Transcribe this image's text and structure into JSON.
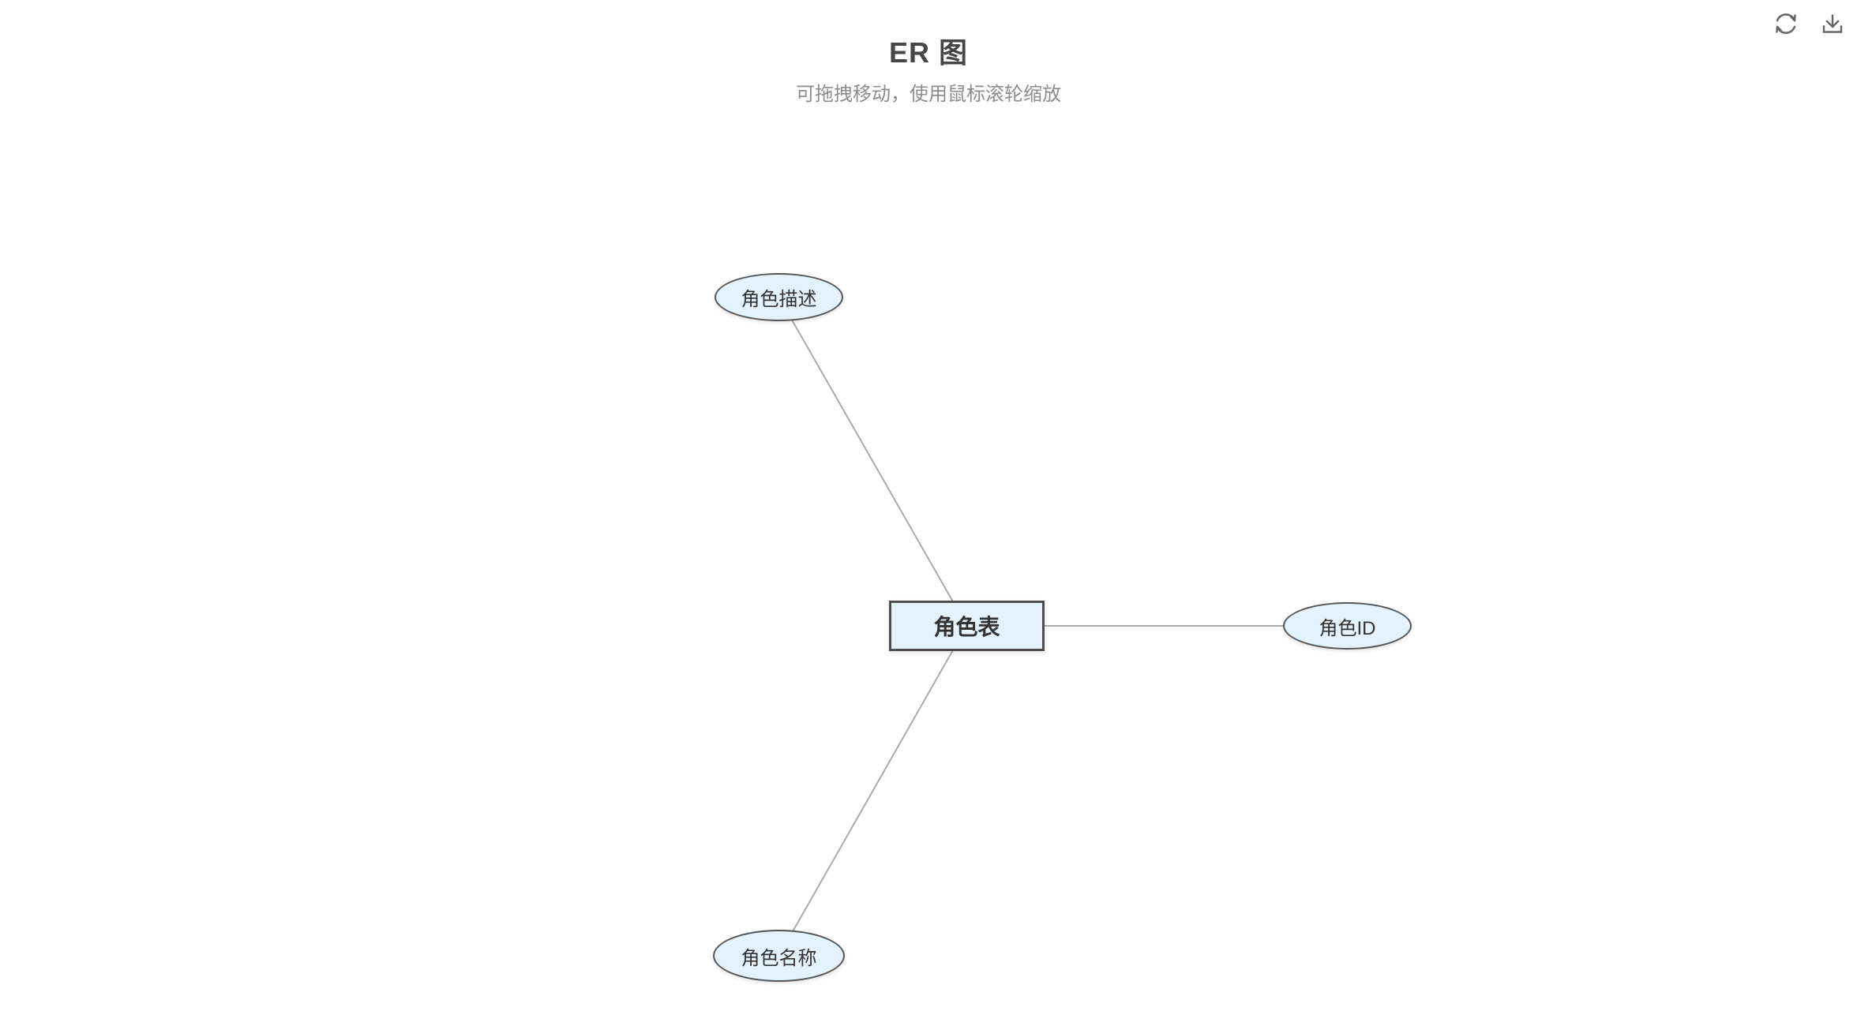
{
  "header": {
    "title": "ER 图",
    "subtitle": "可拖拽移动，使用鼠标滚轮缩放"
  },
  "toolbox": {
    "buttons": [
      {
        "icon": "refresh-icon",
        "name": "restore"
      },
      {
        "icon": "download-icon",
        "name": "save-as-image"
      }
    ]
  },
  "diagram": {
    "entity": {
      "label": "角色表",
      "shape": "rectangle"
    },
    "attributes": [
      {
        "label": "角色描述",
        "shape": "ellipse",
        "position": "upper-left"
      },
      {
        "label": "角色ID",
        "shape": "ellipse",
        "position": "right"
      },
      {
        "label": "角色名称",
        "shape": "ellipse",
        "position": "lower-left"
      }
    ],
    "edges": [
      {
        "from": "角色表",
        "to": "角色描述"
      },
      {
        "from": "角色表",
        "to": "角色ID"
      },
      {
        "from": "角色表",
        "to": "角色名称"
      }
    ],
    "colors": {
      "node_fill": "#e3f2fd",
      "node_border": "#555555",
      "entity_border": "#4d4d4d",
      "node_text": "#333333",
      "edge": "#aaaaaa",
      "title": "#464646",
      "subtitle": "#8c8c8c",
      "icon": "#666666"
    }
  }
}
